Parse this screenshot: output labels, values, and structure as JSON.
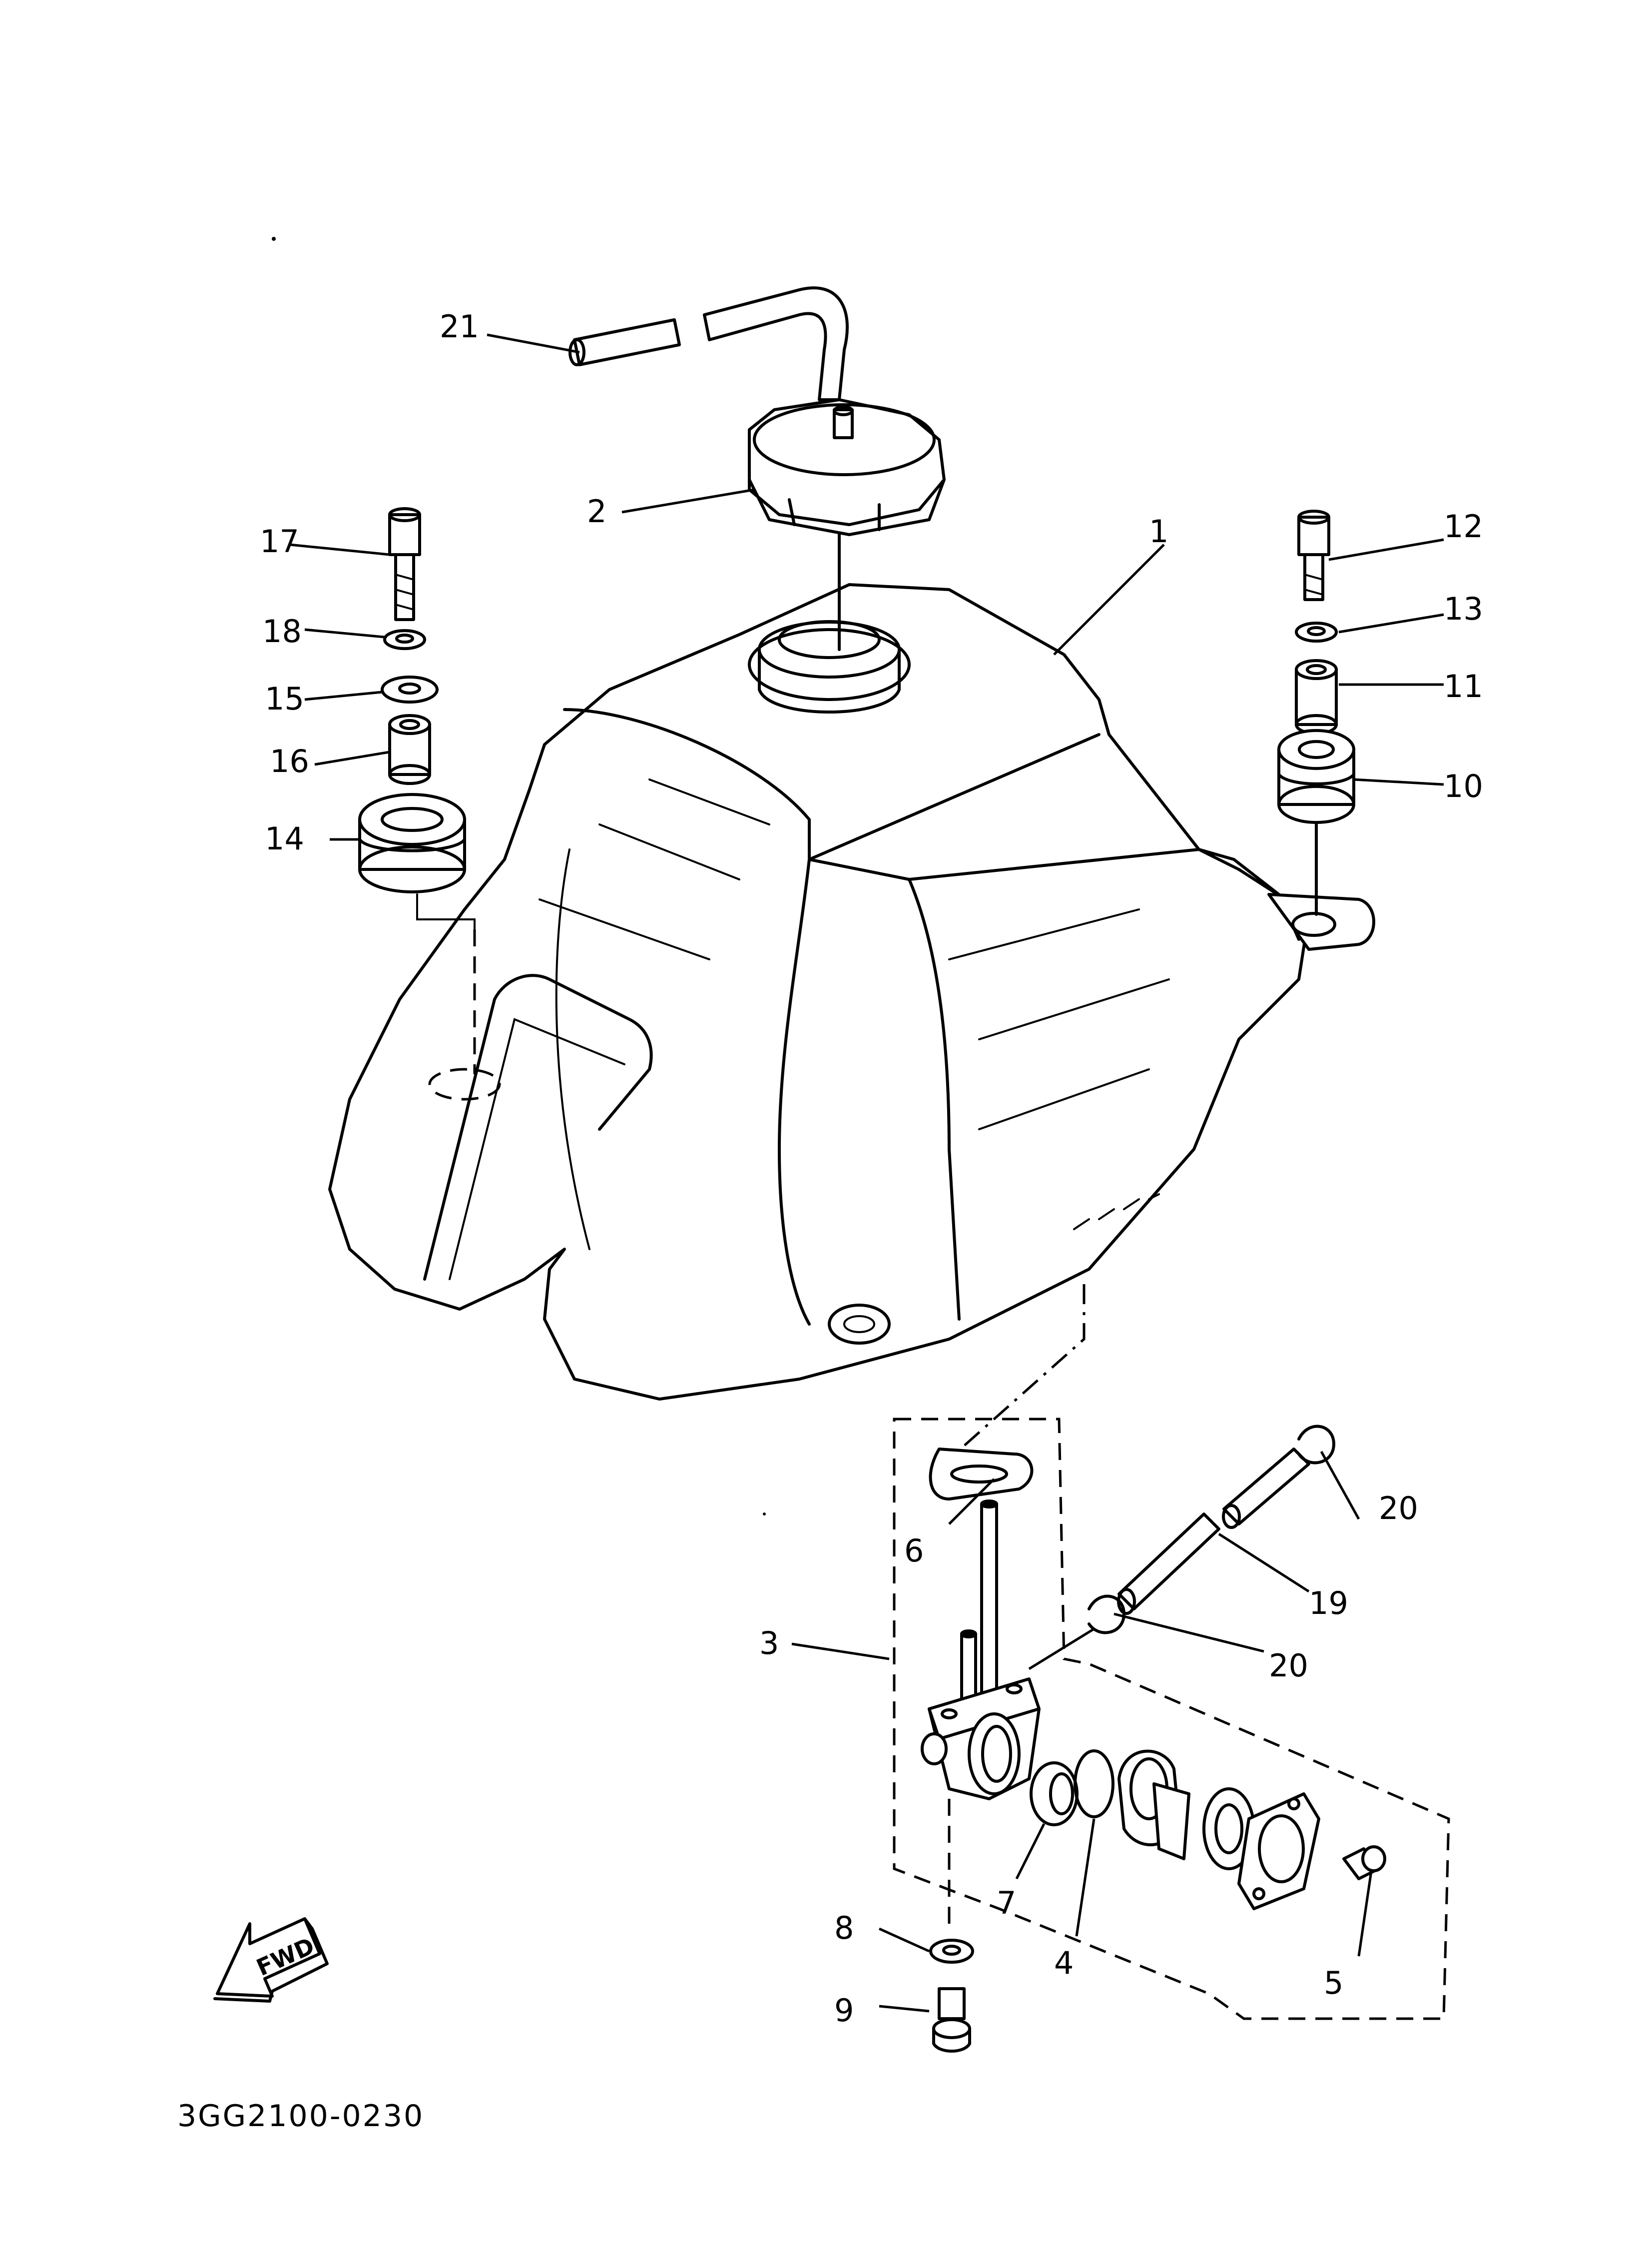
{
  "diagram": {
    "drawing_code": "3GG2100-0230",
    "fwd_label": "FWD",
    "callouts": [
      "1",
      "2",
      "3",
      "4",
      "5",
      "6",
      "7",
      "8",
      "9",
      "10",
      "11",
      "12",
      "13",
      "14",
      "15",
      "16",
      "17",
      "18",
      "19",
      "20",
      "20",
      "21"
    ]
  }
}
